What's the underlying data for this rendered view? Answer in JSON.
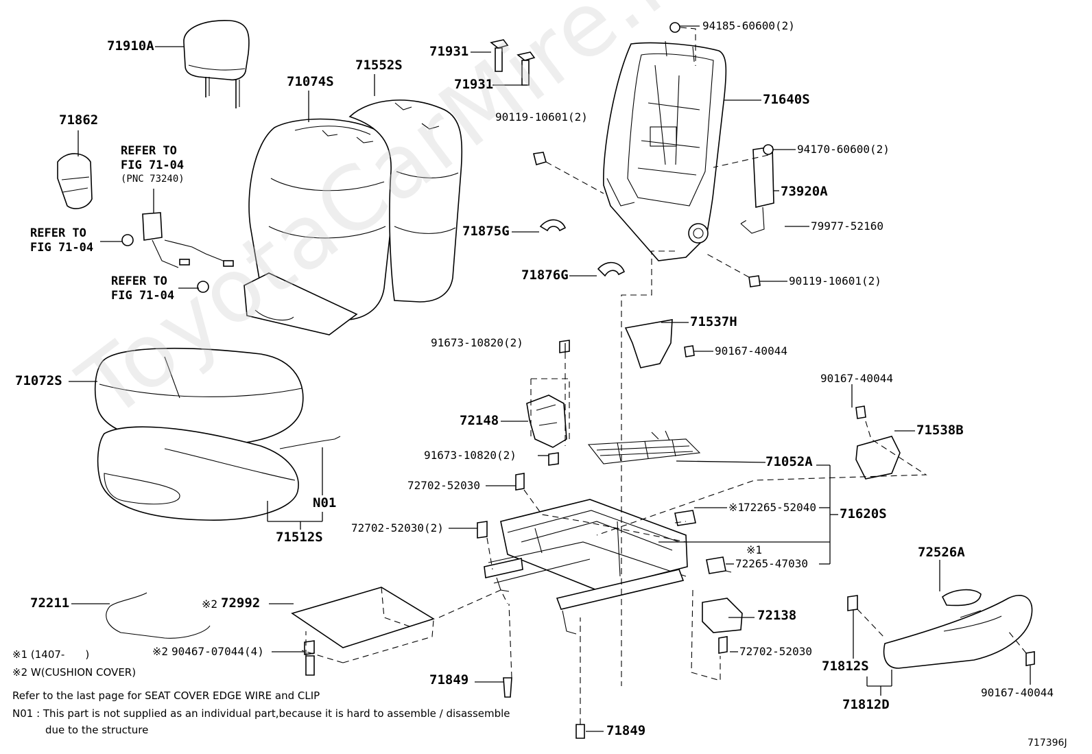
{
  "watermark": "ToyotaCarMire.ru",
  "parts": {
    "headrest": "71910A",
    "seatback_pad": "71074S",
    "seatback_cover": "71552S",
    "headrest_support_upper": "71931",
    "headrest_support_lower": "71931",
    "frame_bolt_top": "94185-60600(2)",
    "seatback_frame": "71640S",
    "bolt_left_frame": "90119-10601(2)",
    "nut_airbag": "94170-60600(2)",
    "side_airbag": "73920A",
    "airbag_wire": "79977-52160",
    "shield_71862": "71862",
    "hinge_cover_g": "71875G",
    "hinge_cover_inner": "71876G",
    "bolt_right_frame": "90119-10601(2)",
    "cover_71537h": "71537H",
    "screw_90167_a": "90167-40044",
    "bolt_91673_upper": "91673-10820(2)",
    "screw_90167_b": "90167-40044",
    "bracket_72148": "72148",
    "cover_71538b": "71538B",
    "bolt_91673_lower": "91673-10820(2)",
    "cushion_spring": "71052A",
    "cushion_cover": "71072S",
    "bolt_72702_a": "72702-52030",
    "cushion_pad": "71512S",
    "n01_label": "N01",
    "adjuster_72265_a": "72265-52040",
    "adjuster_assy": "71620S",
    "bolt_72702_b": "72702-52030(2)",
    "adjuster_72265_b": "72265-47030",
    "knob_72526a": "72526A",
    "wire_72211": "72211",
    "mark_72992": "※2",
    "pan_72992": "72992",
    "cover_72138": "72138",
    "mark_90467": "※2",
    "clip_90467": "90467-07044(4)",
    "bolt_72702_c": "72702-52030",
    "shield_71812s": "71812S",
    "cap_71849_a": "71849",
    "screw_90167_c": "90167-40044",
    "shield_71812d": "71812D",
    "cap_71849_b": "71849"
  },
  "marks": {
    "note1_a": "※1",
    "note1_b": "※1"
  },
  "refs": {
    "ref1_line1": "REFER TO",
    "ref1_line2": "FIG 71-04",
    "ref1_line3": "(PNC 73240)",
    "ref2_line1": "REFER TO",
    "ref2_line2": "FIG 71-04",
    "ref3_line1": "REFER TO",
    "ref3_line2": "FIG 71-04"
  },
  "notes": {
    "n1": "※1 (1407-　　)",
    "n2": "※2 W(CUSHION COVER)",
    "n3": "Refer to the last page for SEAT COVER EDGE WIRE and CLIP",
    "n4": "N01 : This part is not supplied as an individual part,because it is hard to assemble / disassemble",
    "n5": "due to the structure"
  },
  "figure_id": "717396J"
}
